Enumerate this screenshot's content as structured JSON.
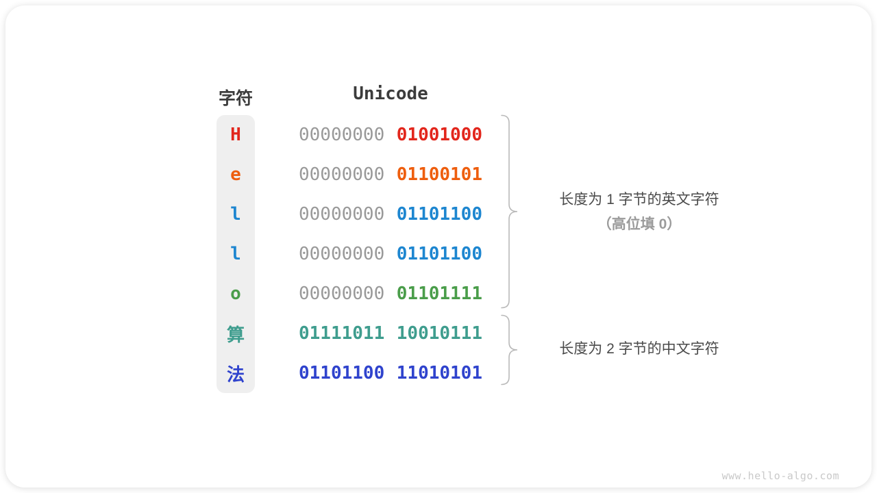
{
  "header": {
    "char_col": "字符",
    "unicode_col": "Unicode"
  },
  "rows": [
    {
      "char": "H",
      "high_byte": "00000000",
      "low_byte": "01001000",
      "color": "#e2261c",
      "high_color": "#999999"
    },
    {
      "char": "e",
      "high_byte": "00000000",
      "low_byte": "01100101",
      "color": "#ee5e0e",
      "high_color": "#999999"
    },
    {
      "char": "l",
      "high_byte": "00000000",
      "low_byte": "01101100",
      "color": "#1d86d0",
      "high_color": "#999999"
    },
    {
      "char": "l",
      "high_byte": "00000000",
      "low_byte": "01101100",
      "color": "#1d86d0",
      "high_color": "#999999"
    },
    {
      "char": "o",
      "high_byte": "00000000",
      "low_byte": "01101111",
      "color": "#4a9d4a",
      "high_color": "#999999"
    },
    {
      "char": "算",
      "high_byte": "01111011",
      "low_byte": "10010111",
      "color": "#3f9d8e",
      "high_color": "#3f9d8e"
    },
    {
      "char": "法",
      "high_byte": "01101100",
      "low_byte": "11010101",
      "color": "#2f43cd",
      "high_color": "#2f43cd"
    }
  ],
  "annotations": {
    "group1_line1": "长度为 1 字节的英文字符",
    "group1_line2": "（高位填 0）",
    "group2_line1": "长度为 2 字节的中文字符"
  },
  "watermark": "www.hello-algo.com",
  "colors": {
    "header_text": "#3c3c3c",
    "char_col_bg": "#efefef",
    "brace": "#b9b9b9",
    "annotation_dark": "#4a4a4a",
    "annotation_gray": "#9b9b9b",
    "watermark_gray": "#c9c9c9"
  }
}
